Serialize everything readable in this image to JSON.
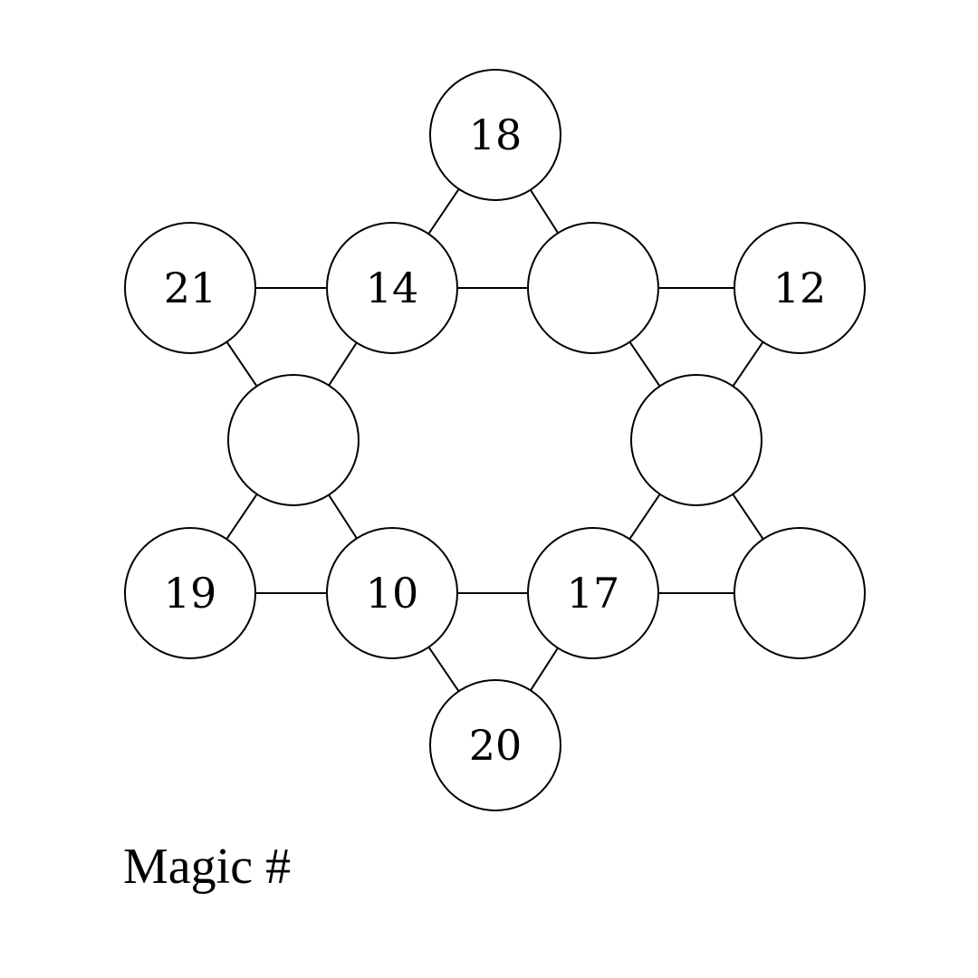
{
  "caption": "Magic #",
  "nodes": [
    {
      "id": "top",
      "value": "18"
    },
    {
      "id": "upper-left-outer",
      "value": "21"
    },
    {
      "id": "upper-inner-left",
      "value": "14"
    },
    {
      "id": "upper-inner-right",
      "value": ""
    },
    {
      "id": "upper-right-outer",
      "value": "12"
    },
    {
      "id": "middle-left",
      "value": ""
    },
    {
      "id": "middle-right",
      "value": ""
    },
    {
      "id": "lower-left-outer",
      "value": "19"
    },
    {
      "id": "lower-inner-left",
      "value": "10"
    },
    {
      "id": "lower-inner-right",
      "value": "17"
    },
    {
      "id": "lower-right-outer",
      "value": ""
    },
    {
      "id": "bottom",
      "value": "20"
    }
  ]
}
